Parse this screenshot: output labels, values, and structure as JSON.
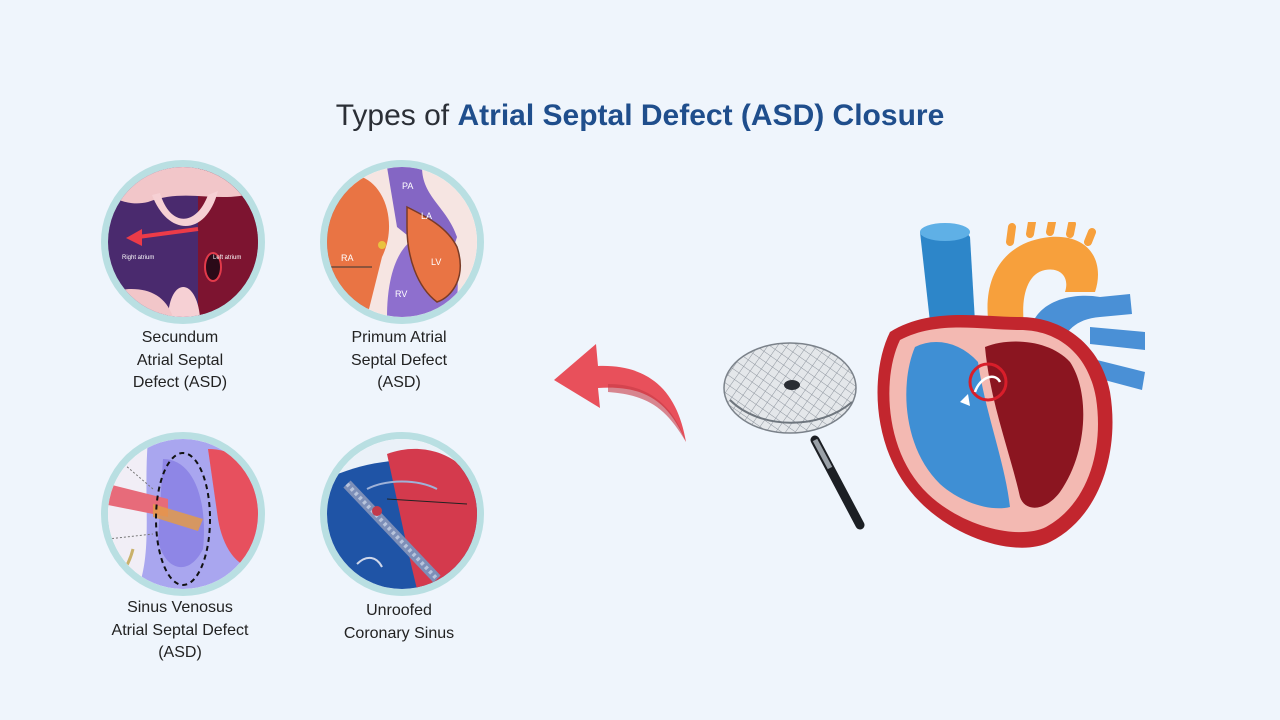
{
  "title": {
    "prefix": "Types of",
    "emphasis": "Atrial Septal Defect (ASD) Closure"
  },
  "types": [
    {
      "lines": [
        "Secundum",
        "Atrial Septal",
        "Defect (ASD)"
      ],
      "image_labels": {
        "left": "Right atrium",
        "right": "Left atrium"
      }
    },
    {
      "lines": [
        "Primum Atrial",
        "Septal Defect",
        "(ASD)"
      ],
      "image_labels": {
        "pa": "PA",
        "la": "LA",
        "ra": "RA",
        "lv": "LV",
        "rv": "RV"
      }
    },
    {
      "lines": [
        "Sinus Venosus",
        "Atrial Septal Defect",
        "(ASD)"
      ]
    },
    {
      "lines": [
        "Unroofed",
        "Coronary Sinus"
      ]
    }
  ],
  "colors": {
    "background": "#eff5fc",
    "title_emphasis": "#1f4e8c",
    "circle_ring": "#b9dfe2",
    "arrow": "#e8505b"
  },
  "icons": [
    "curved-arrow-left-icon",
    "septal-occluder-device-icon",
    "heart-cross-section-icon"
  ]
}
